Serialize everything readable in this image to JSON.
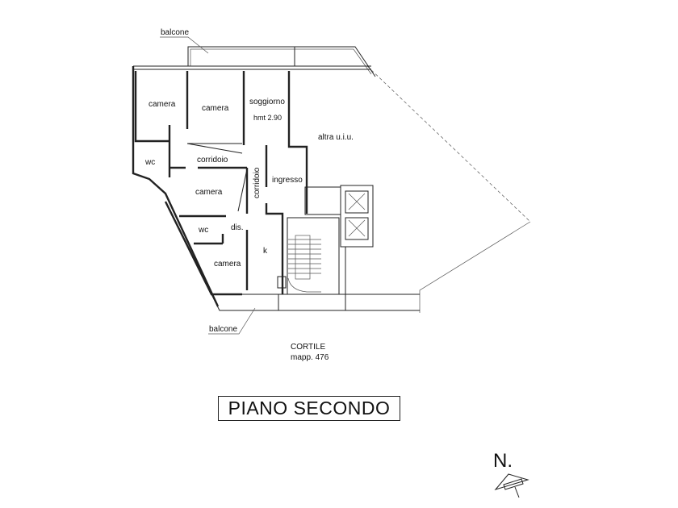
{
  "plan": {
    "rooms": {
      "camera_1": "camera",
      "camera_2": "camera",
      "soggiorno": "soggiorno",
      "height_note": "hmt 2.90",
      "other_unit": "altra u.i.u.",
      "wc_1": "wc",
      "corridoio_1": "corridoio",
      "corridoio_2": "corridoio",
      "ingresso": "ingresso",
      "camera_3": "camera",
      "wc_2": "wc",
      "dis": "dis.",
      "kitchen": "k",
      "camera_4": "camera"
    },
    "balcone_top": "balcone",
    "balcone_bottom": "balcone",
    "courtyard": "CORTILE",
    "parcel": "mapp. 476"
  },
  "title": "PIANO SECONDO",
  "north_label": "N."
}
